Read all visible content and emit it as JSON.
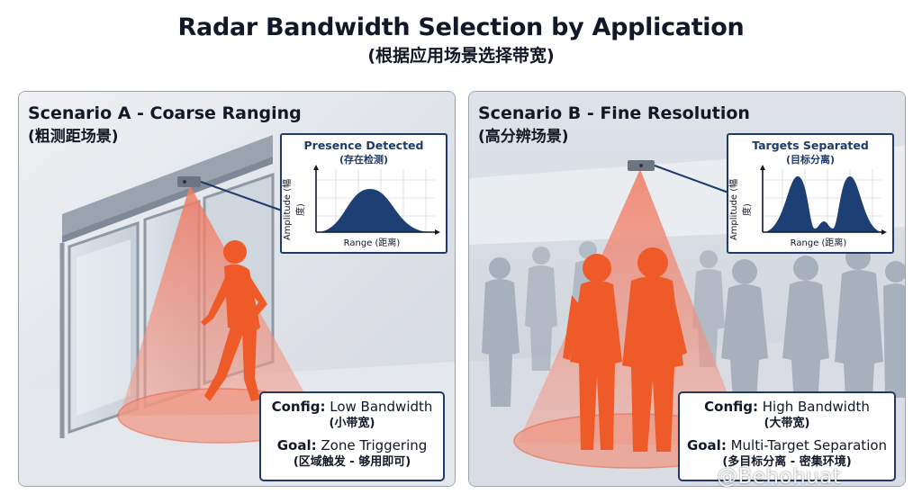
{
  "header": {
    "title": "Radar Bandwidth Selection by Application",
    "subtitle": "(根据应用场景选择带宽)"
  },
  "scenario_a": {
    "title": "Scenario A - Coarse Ranging",
    "subtitle": "(粗测距场景)",
    "chart": {
      "title": "Presence Detected",
      "subtitle": "(存在检测)",
      "ylabel": "Amplitude (幅度)",
      "xlabel": "Range (距离)"
    },
    "info": {
      "config_label": "Config:",
      "config_value": "Low Bandwidth",
      "config_sub": "(小带宽)",
      "goal_label": "Goal:",
      "goal_value": "Zone Triggering",
      "goal_sub": "(区域触发 - 够用即可)"
    }
  },
  "scenario_b": {
    "title": "Scenario B - Fine Resolution",
    "subtitle": "(高分辨场景)",
    "chart": {
      "title": "Targets Separated",
      "subtitle": "(目标分离)",
      "ylabel": "Amplitude (幅度)",
      "xlabel": "Range (距离)"
    },
    "info": {
      "config_label": "Config:",
      "config_value": "High Bandwidth",
      "config_sub": "(大带宽)",
      "goal_label": "Goal:",
      "goal_value": "Multi-Target Separation",
      "goal_sub": "(多目标分离 - 密集环境)"
    }
  },
  "watermark": "@Behohuat",
  "colors": {
    "frame": "#1f3a68",
    "beam": "#ef6b56",
    "person": "#ee5a28",
    "crowd": "#a7b0bd",
    "curve_fill": "#1e3f73"
  }
}
